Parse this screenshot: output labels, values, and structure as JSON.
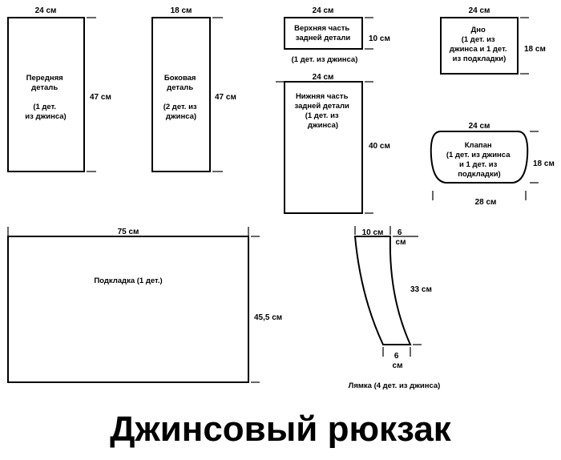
{
  "title": "Джинсовый рюкзак",
  "pieces": {
    "front": {
      "width": "24 см",
      "height": "47 см",
      "label": [
        "Передняя",
        "деталь",
        "",
        "(1 дет.",
        "из джинса)"
      ]
    },
    "side": {
      "width": "18 см",
      "height": "47 см",
      "label": [
        "Боковая",
        "деталь",
        "(2 дет. из",
        "джинса)"
      ]
    },
    "back_top": {
      "width": "24 см",
      "height": "10 см",
      "label": [
        "Верхняя часть",
        "задней детали"
      ],
      "note": "(1 дет. из джинса)"
    },
    "back_bottom": {
      "width": "24 см",
      "height": "40 см",
      "label": [
        "Нижняя часть",
        "задней детали",
        "(1 дет. из",
        "джинса)"
      ]
    },
    "bottom": {
      "width": "24 см",
      "height": "18 см",
      "label": [
        "Дно",
        "(1 дет. из",
        "джинса и 1 дет.",
        "из подкладки)"
      ]
    },
    "flap": {
      "top_width": "24 см",
      "bottom_width": "28 см",
      "height": "18 см",
      "label": [
        "Клапан",
        "(1 дет. из джинса",
        "и 1 дет. из",
        "подкладки)"
      ]
    },
    "lining": {
      "width": "75 см",
      "height": "45,5 см",
      "label": "Подкладка (1 дет.)"
    },
    "strap": {
      "top_left": "10 см",
      "top_right": [
        "6",
        "см"
      ],
      "length": "33 см",
      "bottom": [
        "6",
        "см"
      ],
      "label": "Лямка (4 дет. из джинса)"
    }
  }
}
